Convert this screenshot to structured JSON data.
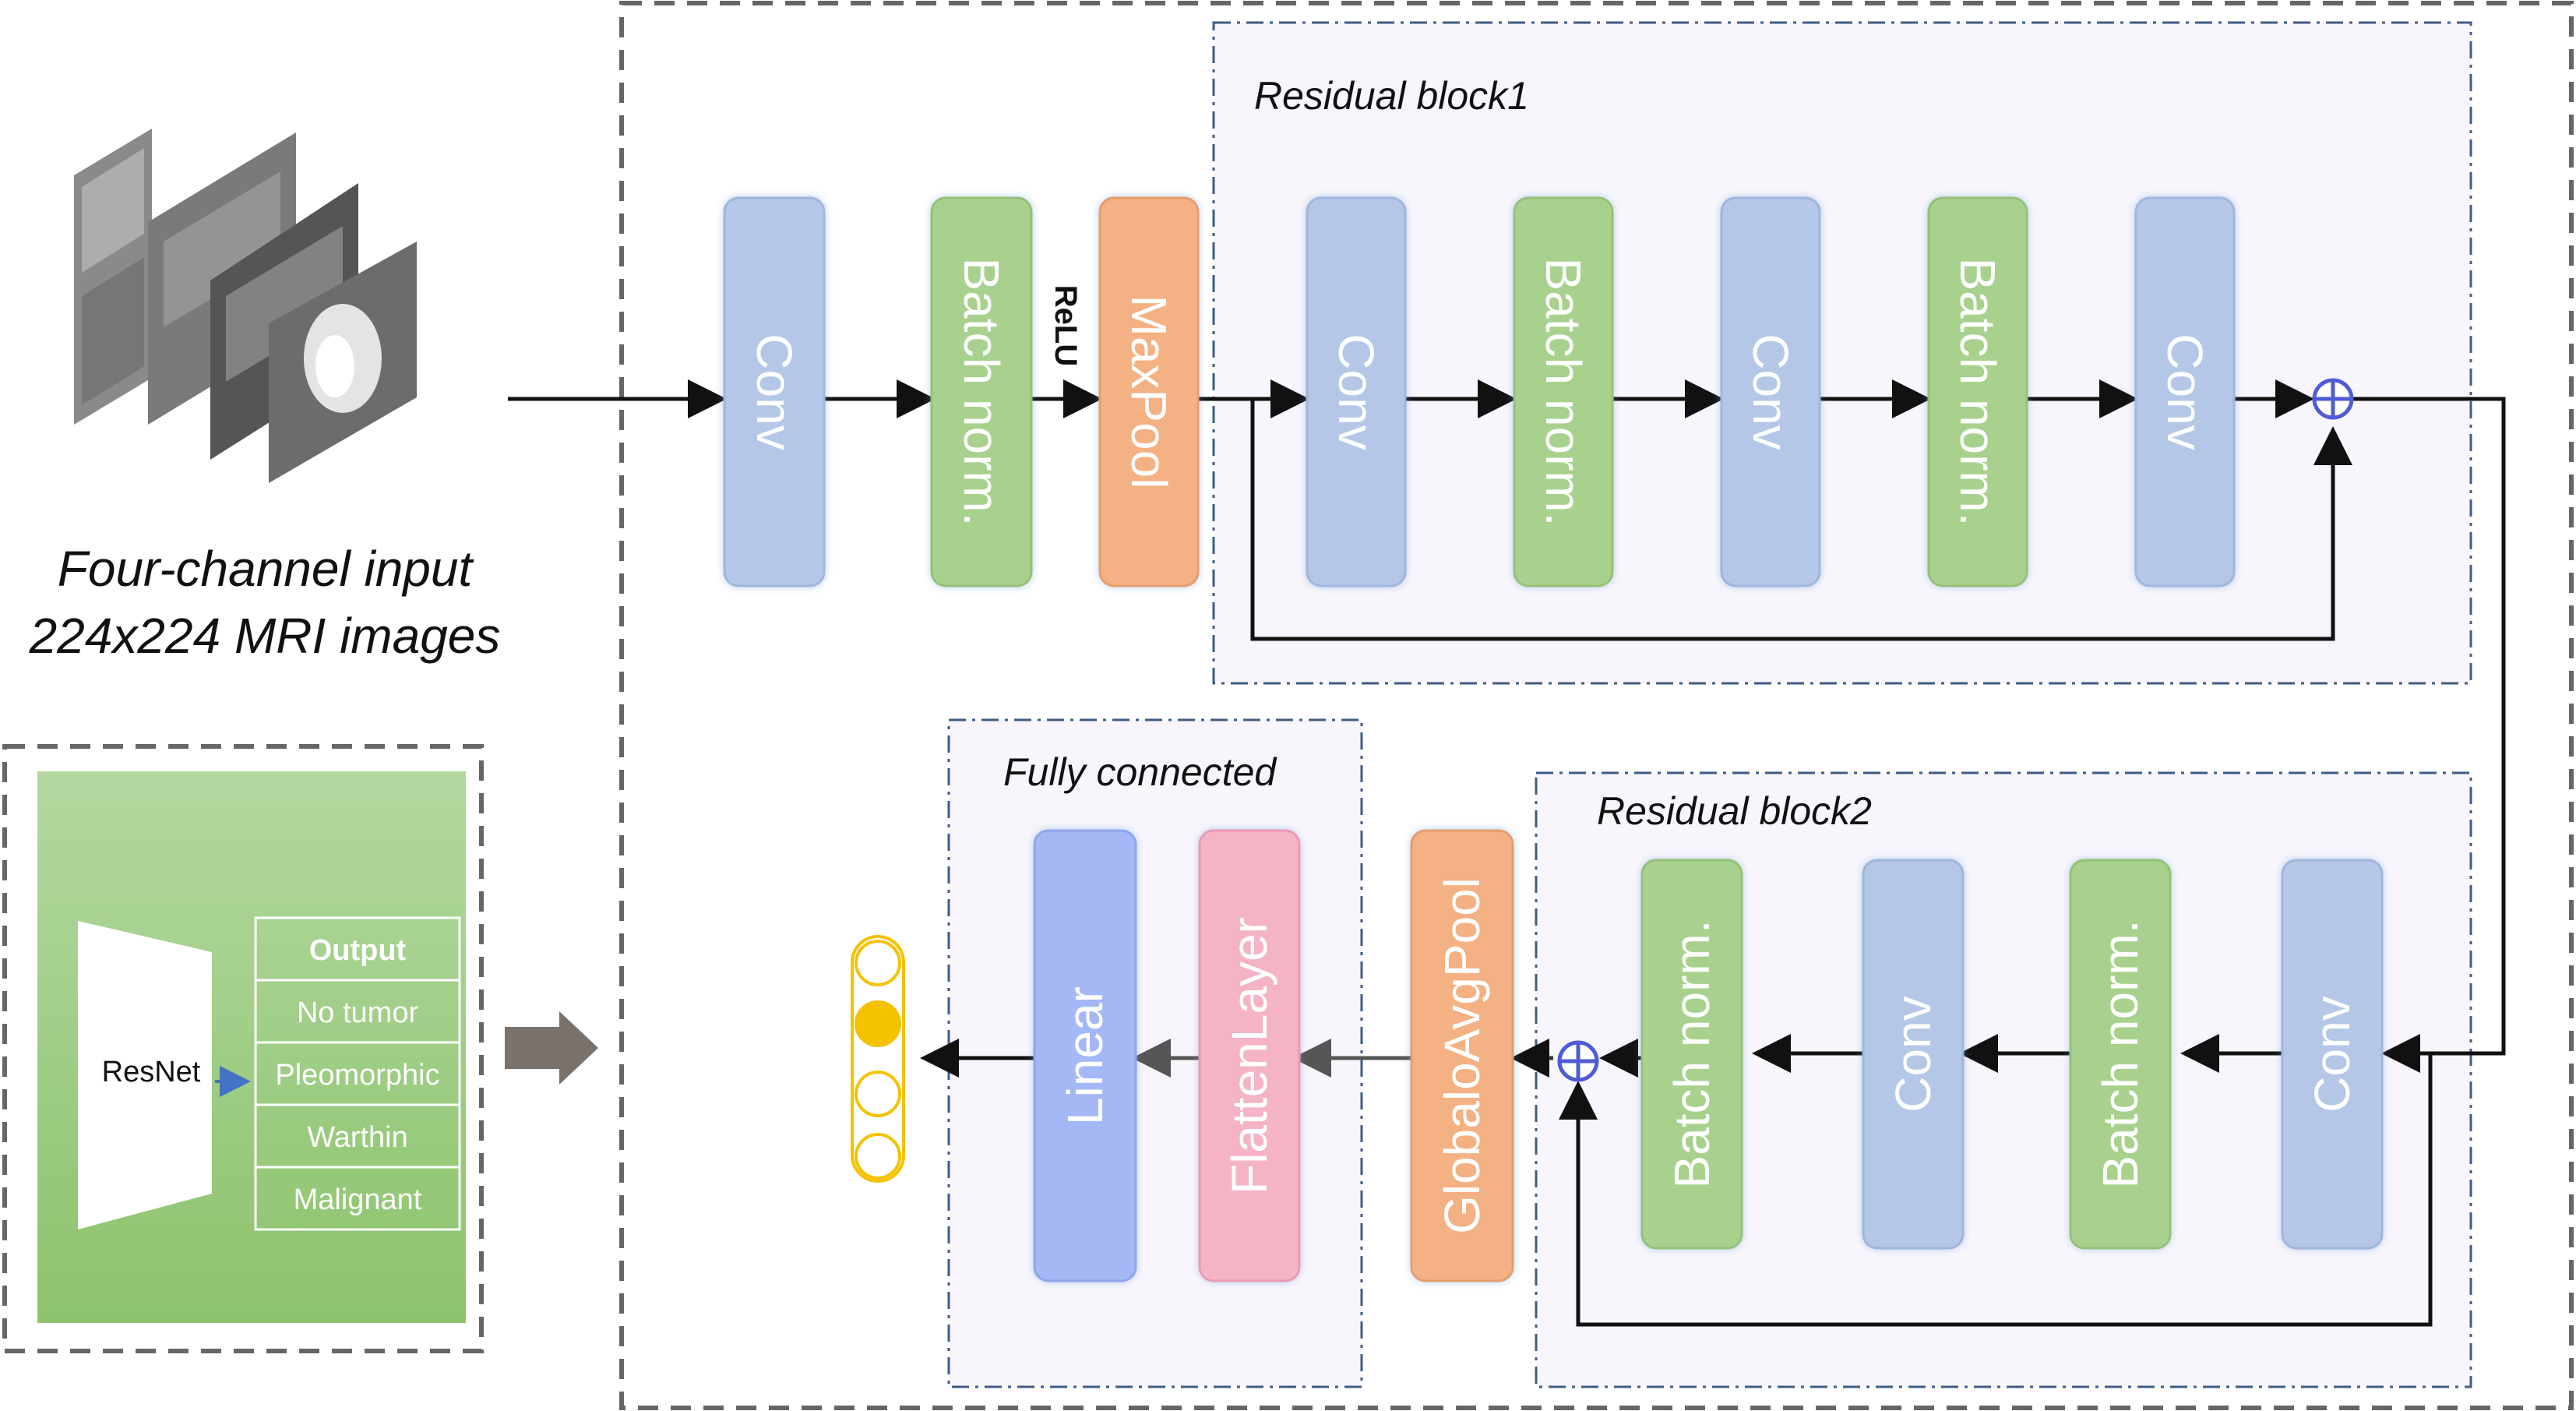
{
  "input": {
    "caption_line1": "Four-channel input",
    "caption_line2": "224x224 MRI images"
  },
  "stem": {
    "conv": "Conv",
    "batch_norm": "Batch norm.",
    "relu": "ReLU",
    "maxpool": "MaxPool"
  },
  "residual_block1": {
    "title": "Residual block1",
    "layers": [
      "Conv",
      "Batch norm.",
      "Conv",
      "Batch norm.",
      "Conv"
    ]
  },
  "residual_block2": {
    "title": "Residual block2",
    "layers": [
      "Batch norm.",
      "Conv",
      "Batch norm.",
      "Conv"
    ]
  },
  "pooling": {
    "label": "GlobaloAvgPool"
  },
  "fully_connected": {
    "title": "Fully connected",
    "linear": "Linear",
    "flatten": "FlattenLayer"
  },
  "legend": {
    "model": "ResNet",
    "output_header": "Output",
    "classes": [
      "No tumor",
      "Pleomorphic",
      "Warthin",
      "Malignant"
    ]
  },
  "colors": {
    "conv": "#b4c7e7",
    "batch_norm": "#a9d18e",
    "maxpool": "#f4b183",
    "linear": "#a4b8f5",
    "flatten": "#f5b3c6",
    "pool": "#f4b183",
    "legend_bg": "#9ccc7e",
    "add_symbol": "#4f5bd5",
    "output_node": "#f5c200"
  },
  "icons": {
    "add": "circle-plus-icon",
    "arrow": "big-right-arrow-icon"
  }
}
